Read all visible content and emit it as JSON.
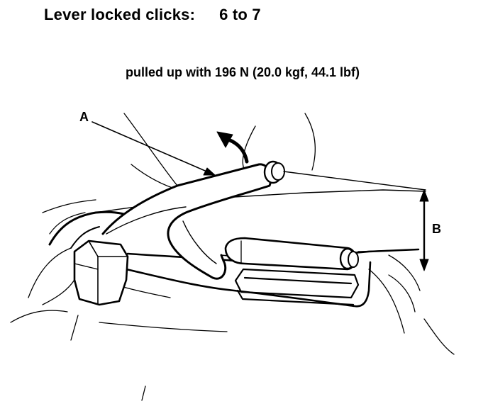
{
  "header": {
    "label": "Lever locked clicks:",
    "value": "6 to 7"
  },
  "note": {
    "text": "pulled up with 196 N (20.0 kgf, 44.1 lbf)"
  },
  "callouts": {
    "a": "A",
    "b": "B"
  },
  "colors": {
    "ink": "#000000",
    "paper": "#ffffff"
  }
}
